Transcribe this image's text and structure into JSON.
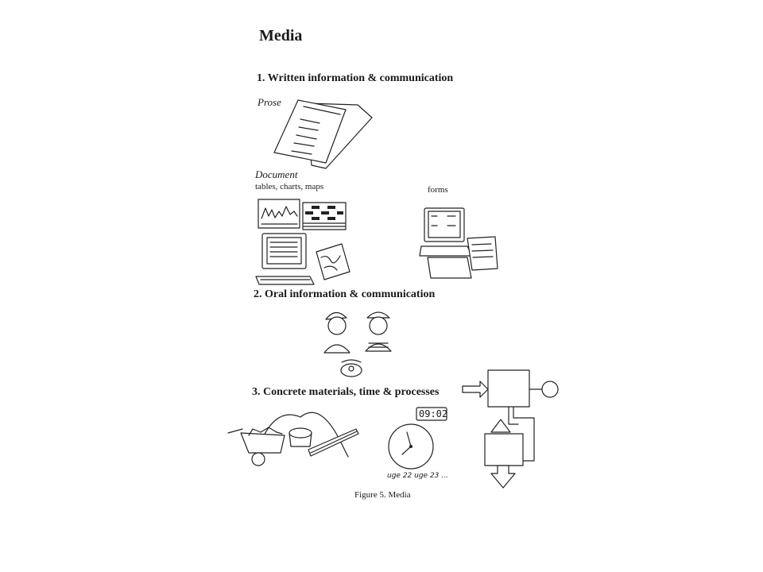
{
  "page": {
    "title": "Media",
    "section1": "1. Written information & communication",
    "prose_label": "Prose",
    "document_label": "Document",
    "document_sub": "tables, charts, maps",
    "forms_label": "forms",
    "section2": "2. Oral information & communication",
    "section3": "3. Concrete materials, time & processes",
    "figure_caption": "Figure 5. Media",
    "clock_display": "09:02",
    "week_note": "uge 22 uge 23 ..."
  }
}
